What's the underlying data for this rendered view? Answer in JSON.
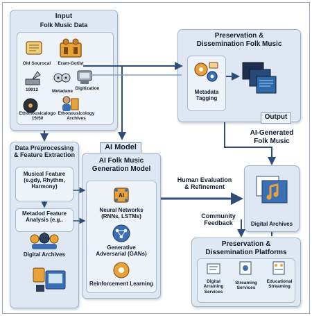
{
  "input": {
    "title": "Input",
    "subtitle": "Folk Music Data",
    "items": [
      {
        "label": "Old Sourocal",
        "icon": "scroll-icon"
      },
      {
        "label": "Eram-Gotist",
        "icon": "folk-ensemble-icon"
      },
      {
        "label": "19912",
        "icon": "phonograph-icon"
      },
      {
        "label": "Metadane",
        "icon": "reel-tape-icon"
      },
      {
        "label": "Digitization",
        "icon": "scanner-icon"
      },
      {
        "label": "Ethonousicalogo\n15t50",
        "icon": "vinyl-record-icon"
      },
      {
        "label": "Ethonousicology\nArchives",
        "icon": "archive-person-icon"
      }
    ]
  },
  "preservation_top": {
    "title": "Preservation &\nDissemination Folk Music",
    "metadata_label": "Metadata\nTagging",
    "output_label": "Output"
  },
  "ai_generated_label": "AI-Generated\nFolk Music",
  "preprocessing": {
    "title": "Data Preprocessing\n& Feature Extraction",
    "musical_feature": "Musical Feature\n(e.gdy, Rhythm,\nHarmony)",
    "metadata_feature": "Metadod Feature\nAnalysis (e.g..",
    "digital_archives": "Digital Archives"
  },
  "ai_model": {
    "tag": "AI Model",
    "title": "AI Folk Music\nGeneration Model",
    "neural": "Neural Networks\n(RNNs, LSTMs)",
    "gan": "Generative\nAdversarial (GANs)",
    "rl": "Reinforcement Learning",
    "ai_chip": "AI"
  },
  "human_eval": "Human Evaluation\n& Refinement",
  "community_feedback": "Community\nFeedback",
  "digital_archives_right": "Digital Archives",
  "platforms": {
    "title": "Preservation &\nDissemination Platforms",
    "items": [
      {
        "label": "Digital\nArraining\nServices"
      },
      {
        "label": "Streaming\nServices"
      },
      {
        "label": "Educational\nStreaming"
      }
    ]
  },
  "colors": {
    "panel": "#dfe8f2",
    "arrow": "#2f4d78",
    "accent_orange": "#e8a23a",
    "accent_blue": "#3a6fb6"
  }
}
